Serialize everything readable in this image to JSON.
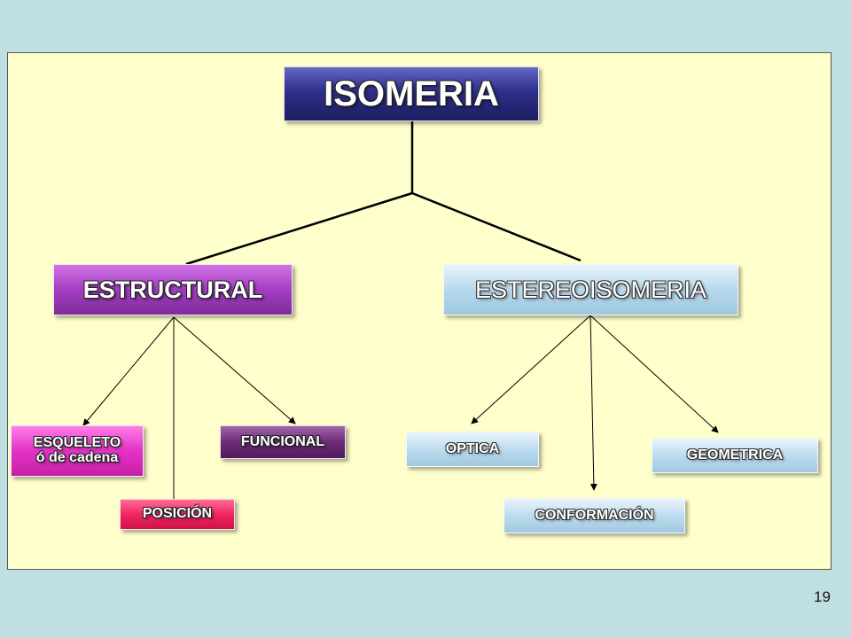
{
  "diagram": {
    "root": {
      "label": "ISOMERIA"
    },
    "estructural": {
      "label": "ESTRUCTURAL",
      "children": {
        "esqueleto": {
          "line1": "ESQUELETO",
          "line2": "ó de cadena"
        },
        "posicion": {
          "label": "POSICIÓN"
        },
        "funcional": {
          "label": "FUNCIONAL"
        }
      }
    },
    "estereoisomeria": {
      "label": "ESTEREOISOMERIA",
      "children": {
        "optica": {
          "label": "OPTICA"
        },
        "conformacion": {
          "label": "CONFORMACIÓN"
        },
        "geometrica": {
          "label": "GEOMETRICA"
        }
      }
    }
  },
  "footer": {
    "page_number": "19"
  },
  "colors": {
    "background": "#c0dfe0",
    "panel": "#ffffcc",
    "root_box": "#2e2f8a",
    "estructural_box": "#a33dc2",
    "estereo_box": "#b8d9ec",
    "esqueleto_box": "#e332c6",
    "funcional_box": "#6d2b77",
    "posicion_box": "#f12661"
  }
}
